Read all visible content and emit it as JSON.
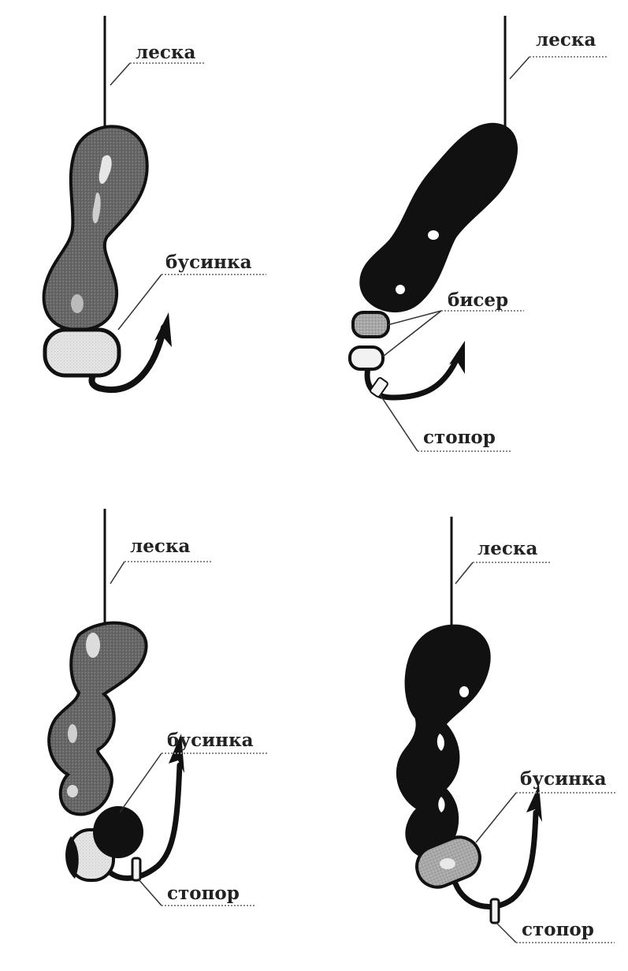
{
  "labels": {
    "line": "леска",
    "bead": "бусинка",
    "seed_beads": "бисер",
    "stopper": "стопор"
  },
  "colors": {
    "ink": "#111111",
    "body_gray": "#6a6a6a",
    "highlight": "#d8d8d8",
    "bead_light": "#e6e6e6",
    "bead_gray": "#9a9a9a",
    "dotted_rule": "#8a8a8a"
  }
}
